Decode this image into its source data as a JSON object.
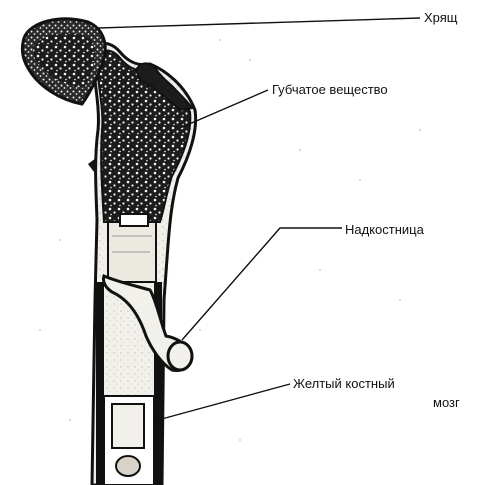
{
  "labels": {
    "cartilage": "Хрящ",
    "spongy_substance": "Губчатое вещество",
    "periosteum": "Надкостница",
    "yellow_marrow_line1": "Желтый костный",
    "yellow_marrow_line2": "мозг"
  },
  "colors": {
    "ink": "#111111",
    "bone": "#f2f0ea",
    "background": "#ffffff"
  }
}
